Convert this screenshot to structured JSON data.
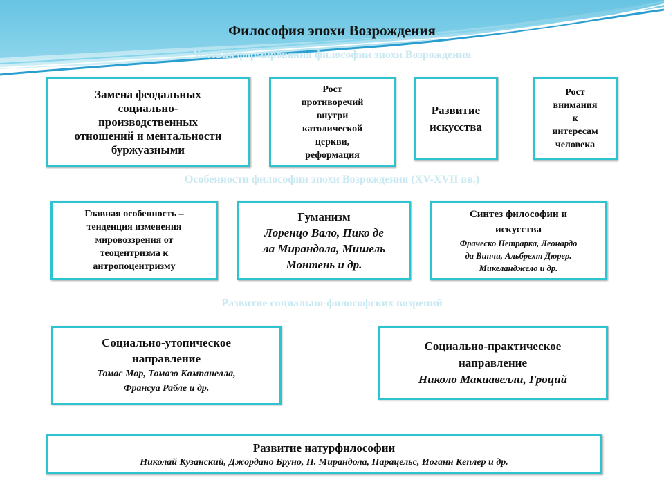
{
  "title": "Философия эпохи Возрождения",
  "section_labels": {
    "conditions": "Условия формирования философии эпохи Возрождения",
    "features": "Особенности философии эпохи Возрождения (XV-XVII вв.)",
    "development": "Развитие социально-философских возрений"
  },
  "row1": [
    {
      "lines": [
        "Замена феодальных",
        "социально-",
        "производственных",
        "отношений и ментальности",
        "буржуазными"
      ]
    },
    {
      "lines": [
        "Рост",
        "противоречий",
        "внутри",
        "католической",
        "церкви,",
        "реформация"
      ]
    },
    {
      "lines": [
        "Развитие",
        "искусства"
      ]
    },
    {
      "lines": [
        "Рост",
        "внимания",
        "к",
        "интересам",
        "человека"
      ]
    }
  ],
  "row2": [
    {
      "lines": [
        "Главная особенность –",
        "тенденция изменения",
        "мировоззрения от",
        "теоцентризма к",
        "антропоцентризму"
      ]
    },
    {
      "heading": "Гуманизм",
      "names": [
        "Лоренцо Вало, Пико де",
        "ла Мирандола, Мишель",
        "Монтень и др."
      ]
    },
    {
      "heading_lines": [
        "Синтез философии и",
        "искусства"
      ],
      "names": [
        "Фраческо Петрарка, Леонардо",
        "да Винчи, Альбрехт Дюрер.",
        "Микеланджело и др."
      ]
    }
  ],
  "row3": [
    {
      "heading_lines": [
        "Социально-утопическое",
        "направление"
      ],
      "names": [
        "Томас Мор, Томазо Кампанелла,",
        "Франсуа Рабле и др."
      ]
    },
    {
      "heading_lines": [
        "Социально-практическое",
        "направление"
      ],
      "names": [
        "Николо Макиавелли, Гроций"
      ]
    }
  ],
  "row4": {
    "heading": "Развитие натурфилософии",
    "names": "Николай Кузанский, Джордано Бруно, П. Мирандола, Парацельс, Иоганн Кеплер и др."
  }
}
